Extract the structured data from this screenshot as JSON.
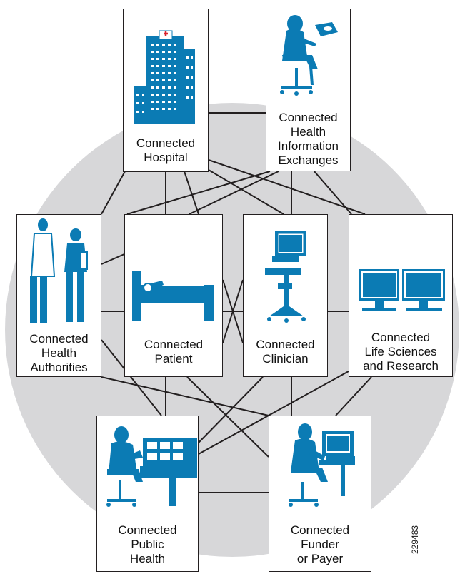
{
  "colors": {
    "accent": "#0b7bb4",
    "circle": "#d7d7d9",
    "line": "#231f20"
  },
  "nodes": {
    "hospital": {
      "label_lines": [
        "Connected",
        "Hospital"
      ],
      "icon": "hospital-building-icon"
    },
    "hie": {
      "label_lines": [
        "Connected",
        "Health",
        "Information",
        "Exchanges"
      ],
      "icon": "person-at-computer-icon"
    },
    "authorities": {
      "label_lines": [
        "Connected",
        "Health",
        "Authorities"
      ],
      "icon": "doctor-and-nurse-icon"
    },
    "patient": {
      "label_lines": [
        "Connected",
        "Patient"
      ],
      "icon": "patient-in-bed-icon"
    },
    "clinician": {
      "label_lines": [
        "Connected",
        "Clinician"
      ],
      "icon": "computer-cart-icon"
    },
    "life_sciences": {
      "label_lines": [
        "Connected",
        "Life Sciences",
        "and Research"
      ],
      "icon": "dual-monitor-icon"
    },
    "public_health": {
      "label_lines": [
        "Connected",
        "Public",
        "Health"
      ],
      "icon": "operator-at-console-icon"
    },
    "funder": {
      "label_lines": [
        "Connected",
        "Funder",
        "or Payer"
      ],
      "icon": "person-at-desk-computer-icon"
    }
  },
  "figure_id": "229483"
}
